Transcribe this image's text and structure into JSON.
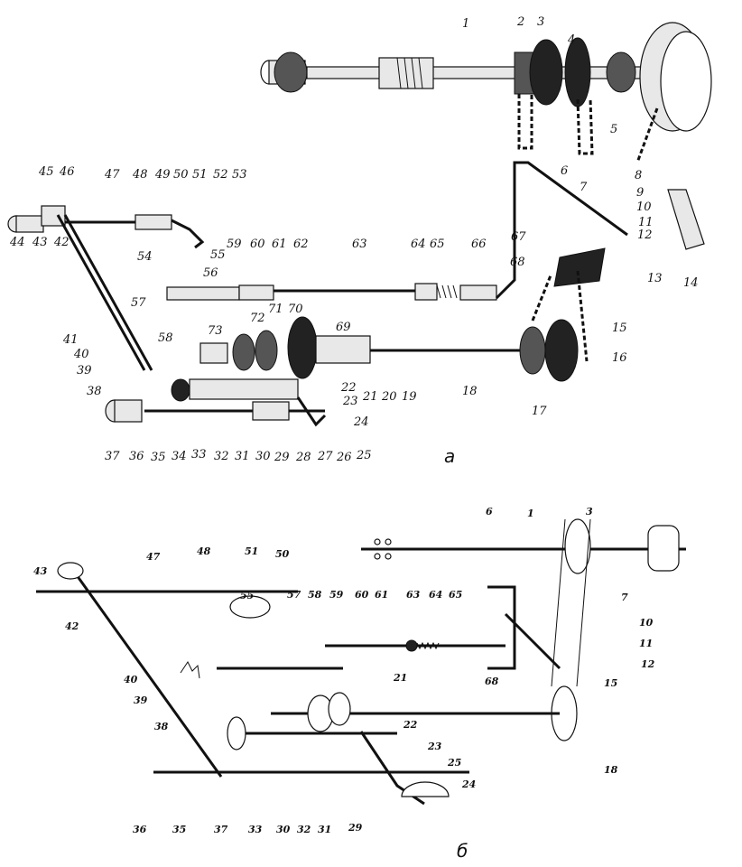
{
  "figure": {
    "captions": {
      "a": "а",
      "b": "б"
    },
    "labels_a": [
      {
        "id": "a1",
        "text": "1"
      },
      {
        "id": "a2",
        "text": "2"
      },
      {
        "id": "a3",
        "text": "3"
      },
      {
        "id": "a4",
        "text": "4"
      },
      {
        "id": "a5",
        "text": "5"
      },
      {
        "id": "a6",
        "text": "6"
      },
      {
        "id": "a7",
        "text": "7"
      },
      {
        "id": "a8",
        "text": "8"
      },
      {
        "id": "a9",
        "text": "9"
      },
      {
        "id": "a10",
        "text": "10"
      },
      {
        "id": "a11",
        "text": "11"
      },
      {
        "id": "a12",
        "text": "12"
      },
      {
        "id": "a13",
        "text": "13"
      },
      {
        "id": "a14",
        "text": "14"
      },
      {
        "id": "a15",
        "text": "15"
      },
      {
        "id": "a16",
        "text": "16"
      },
      {
        "id": "a17",
        "text": "17"
      },
      {
        "id": "a18",
        "text": "18"
      },
      {
        "id": "a19",
        "text": "19"
      },
      {
        "id": "a20",
        "text": "20"
      },
      {
        "id": "a21",
        "text": "21"
      },
      {
        "id": "a22",
        "text": "22"
      },
      {
        "id": "a23",
        "text": "23"
      },
      {
        "id": "a24",
        "text": "24"
      },
      {
        "id": "a25",
        "text": "25"
      },
      {
        "id": "a26",
        "text": "26"
      },
      {
        "id": "a27",
        "text": "27"
      },
      {
        "id": "a28",
        "text": "28"
      },
      {
        "id": "a29",
        "text": "29"
      },
      {
        "id": "a30",
        "text": "30"
      },
      {
        "id": "a31",
        "text": "31"
      },
      {
        "id": "a32",
        "text": "32"
      },
      {
        "id": "a33",
        "text": "33"
      },
      {
        "id": "a34",
        "text": "34"
      },
      {
        "id": "a35",
        "text": "35"
      },
      {
        "id": "a36",
        "text": "36"
      },
      {
        "id": "a37",
        "text": "37"
      },
      {
        "id": "a38",
        "text": "38"
      },
      {
        "id": "a39",
        "text": "39"
      },
      {
        "id": "a40",
        "text": "40"
      },
      {
        "id": "a41",
        "text": "41"
      },
      {
        "id": "a42",
        "text": "42"
      },
      {
        "id": "a43",
        "text": "43"
      },
      {
        "id": "a44",
        "text": "44"
      },
      {
        "id": "a45",
        "text": "45"
      },
      {
        "id": "a46",
        "text": "46"
      },
      {
        "id": "a47",
        "text": "47"
      },
      {
        "id": "a48",
        "text": "48"
      },
      {
        "id": "a49",
        "text": "49"
      },
      {
        "id": "a50",
        "text": "50"
      },
      {
        "id": "a51",
        "text": "51"
      },
      {
        "id": "a52",
        "text": "52"
      },
      {
        "id": "a53",
        "text": "53"
      },
      {
        "id": "a54",
        "text": "54"
      },
      {
        "id": "a55",
        "text": "55"
      },
      {
        "id": "a56",
        "text": "56"
      },
      {
        "id": "a57",
        "text": "57"
      },
      {
        "id": "a58",
        "text": "58"
      },
      {
        "id": "a59",
        "text": "59"
      },
      {
        "id": "a60",
        "text": "60"
      },
      {
        "id": "a61",
        "text": "61"
      },
      {
        "id": "a62",
        "text": "62"
      },
      {
        "id": "a63",
        "text": "63"
      },
      {
        "id": "a64",
        "text": "64"
      },
      {
        "id": "a65",
        "text": "65"
      },
      {
        "id": "a66",
        "text": "66"
      },
      {
        "id": "a67",
        "text": "67"
      },
      {
        "id": "a68",
        "text": "68"
      },
      {
        "id": "a69",
        "text": "69"
      },
      {
        "id": "a70",
        "text": "70"
      },
      {
        "id": "a71",
        "text": "71"
      },
      {
        "id": "a72",
        "text": "72"
      },
      {
        "id": "a73",
        "text": "73"
      }
    ],
    "labels_b": [
      {
        "id": "b1",
        "text": "1"
      },
      {
        "id": "b3",
        "text": "3"
      },
      {
        "id": "b6",
        "text": "6"
      },
      {
        "id": "b7",
        "text": "7"
      },
      {
        "id": "b10",
        "text": "10"
      },
      {
        "id": "b11",
        "text": "11"
      },
      {
        "id": "b12",
        "text": "12"
      },
      {
        "id": "b15",
        "text": "15"
      },
      {
        "id": "b18",
        "text": "18"
      },
      {
        "id": "b21",
        "text": "21"
      },
      {
        "id": "b22",
        "text": "22"
      },
      {
        "id": "b23",
        "text": "23"
      },
      {
        "id": "b24",
        "text": "24"
      },
      {
        "id": "b25",
        "text": "25"
      },
      {
        "id": "b29",
        "text": "29"
      },
      {
        "id": "b30",
        "text": "30"
      },
      {
        "id": "b31",
        "text": "31"
      },
      {
        "id": "b32",
        "text": "32"
      },
      {
        "id": "b33",
        "text": "33"
      },
      {
        "id": "b35",
        "text": "35"
      },
      {
        "id": "b36",
        "text": "36"
      },
      {
        "id": "b37",
        "text": "37"
      },
      {
        "id": "b38",
        "text": "38"
      },
      {
        "id": "b39",
        "text": "39"
      },
      {
        "id": "b40",
        "text": "40"
      },
      {
        "id": "b42",
        "text": "42"
      },
      {
        "id": "b43",
        "text": "43"
      },
      {
        "id": "b47",
        "text": "47"
      },
      {
        "id": "b48",
        "text": "48"
      },
      {
        "id": "b50",
        "text": "50"
      },
      {
        "id": "b51",
        "text": "51"
      },
      {
        "id": "b55",
        "text": "55"
      },
      {
        "id": "b57",
        "text": "57"
      },
      {
        "id": "b58",
        "text": "58"
      },
      {
        "id": "b59",
        "text": "59"
      },
      {
        "id": "b60",
        "text": "60"
      },
      {
        "id": "b61",
        "text": "61"
      },
      {
        "id": "b63",
        "text": "63"
      },
      {
        "id": "b64",
        "text": "64"
      },
      {
        "id": "b65",
        "text": "65"
      },
      {
        "id": "b68",
        "text": "68"
      }
    ]
  }
}
